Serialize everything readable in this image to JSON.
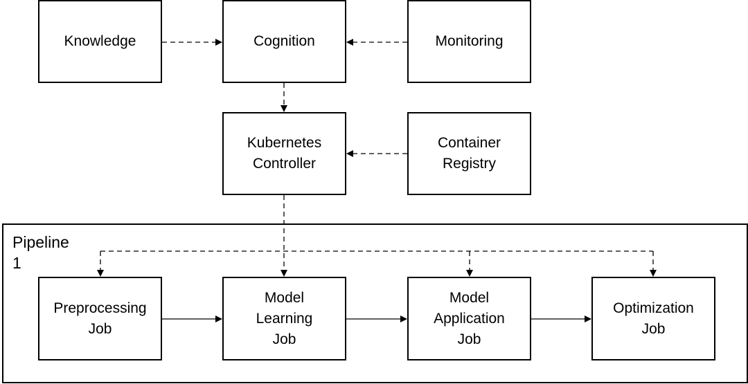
{
  "nodes": {
    "knowledge": "Knowledge",
    "cognition": "Cognition",
    "monitoring": "Monitoring",
    "kubernetes_controller": "Kubernetes\nController",
    "container_registry": "Container\nRegistry",
    "preprocessing_job": "Preprocessing\nJob",
    "model_learning_job": "Model\nLearning\nJob",
    "model_application_job": "Model\nApplication\nJob",
    "optimization_job": "Optimization\nJob"
  },
  "groups": {
    "pipeline_title": "Pipeline 1"
  },
  "edges": [
    {
      "from": "knowledge",
      "to": "cognition",
      "style": "dashed"
    },
    {
      "from": "monitoring",
      "to": "cognition",
      "style": "dashed"
    },
    {
      "from": "cognition",
      "to": "kubernetes_controller",
      "style": "dashed"
    },
    {
      "from": "container_registry",
      "to": "kubernetes_controller",
      "style": "dashed"
    },
    {
      "from": "kubernetes_controller",
      "to": "preprocessing_job",
      "style": "dashed"
    },
    {
      "from": "kubernetes_controller",
      "to": "model_learning_job",
      "style": "dashed"
    },
    {
      "from": "kubernetes_controller",
      "to": "model_application_job",
      "style": "dashed"
    },
    {
      "from": "kubernetes_controller",
      "to": "optimization_job",
      "style": "dashed"
    },
    {
      "from": "preprocessing_job",
      "to": "model_learning_job",
      "style": "solid"
    },
    {
      "from": "model_learning_job",
      "to": "model_application_job",
      "style": "solid"
    },
    {
      "from": "model_application_job",
      "to": "optimization_job",
      "style": "solid"
    }
  ],
  "colors": {
    "stroke": "#000000",
    "background": "#ffffff"
  }
}
